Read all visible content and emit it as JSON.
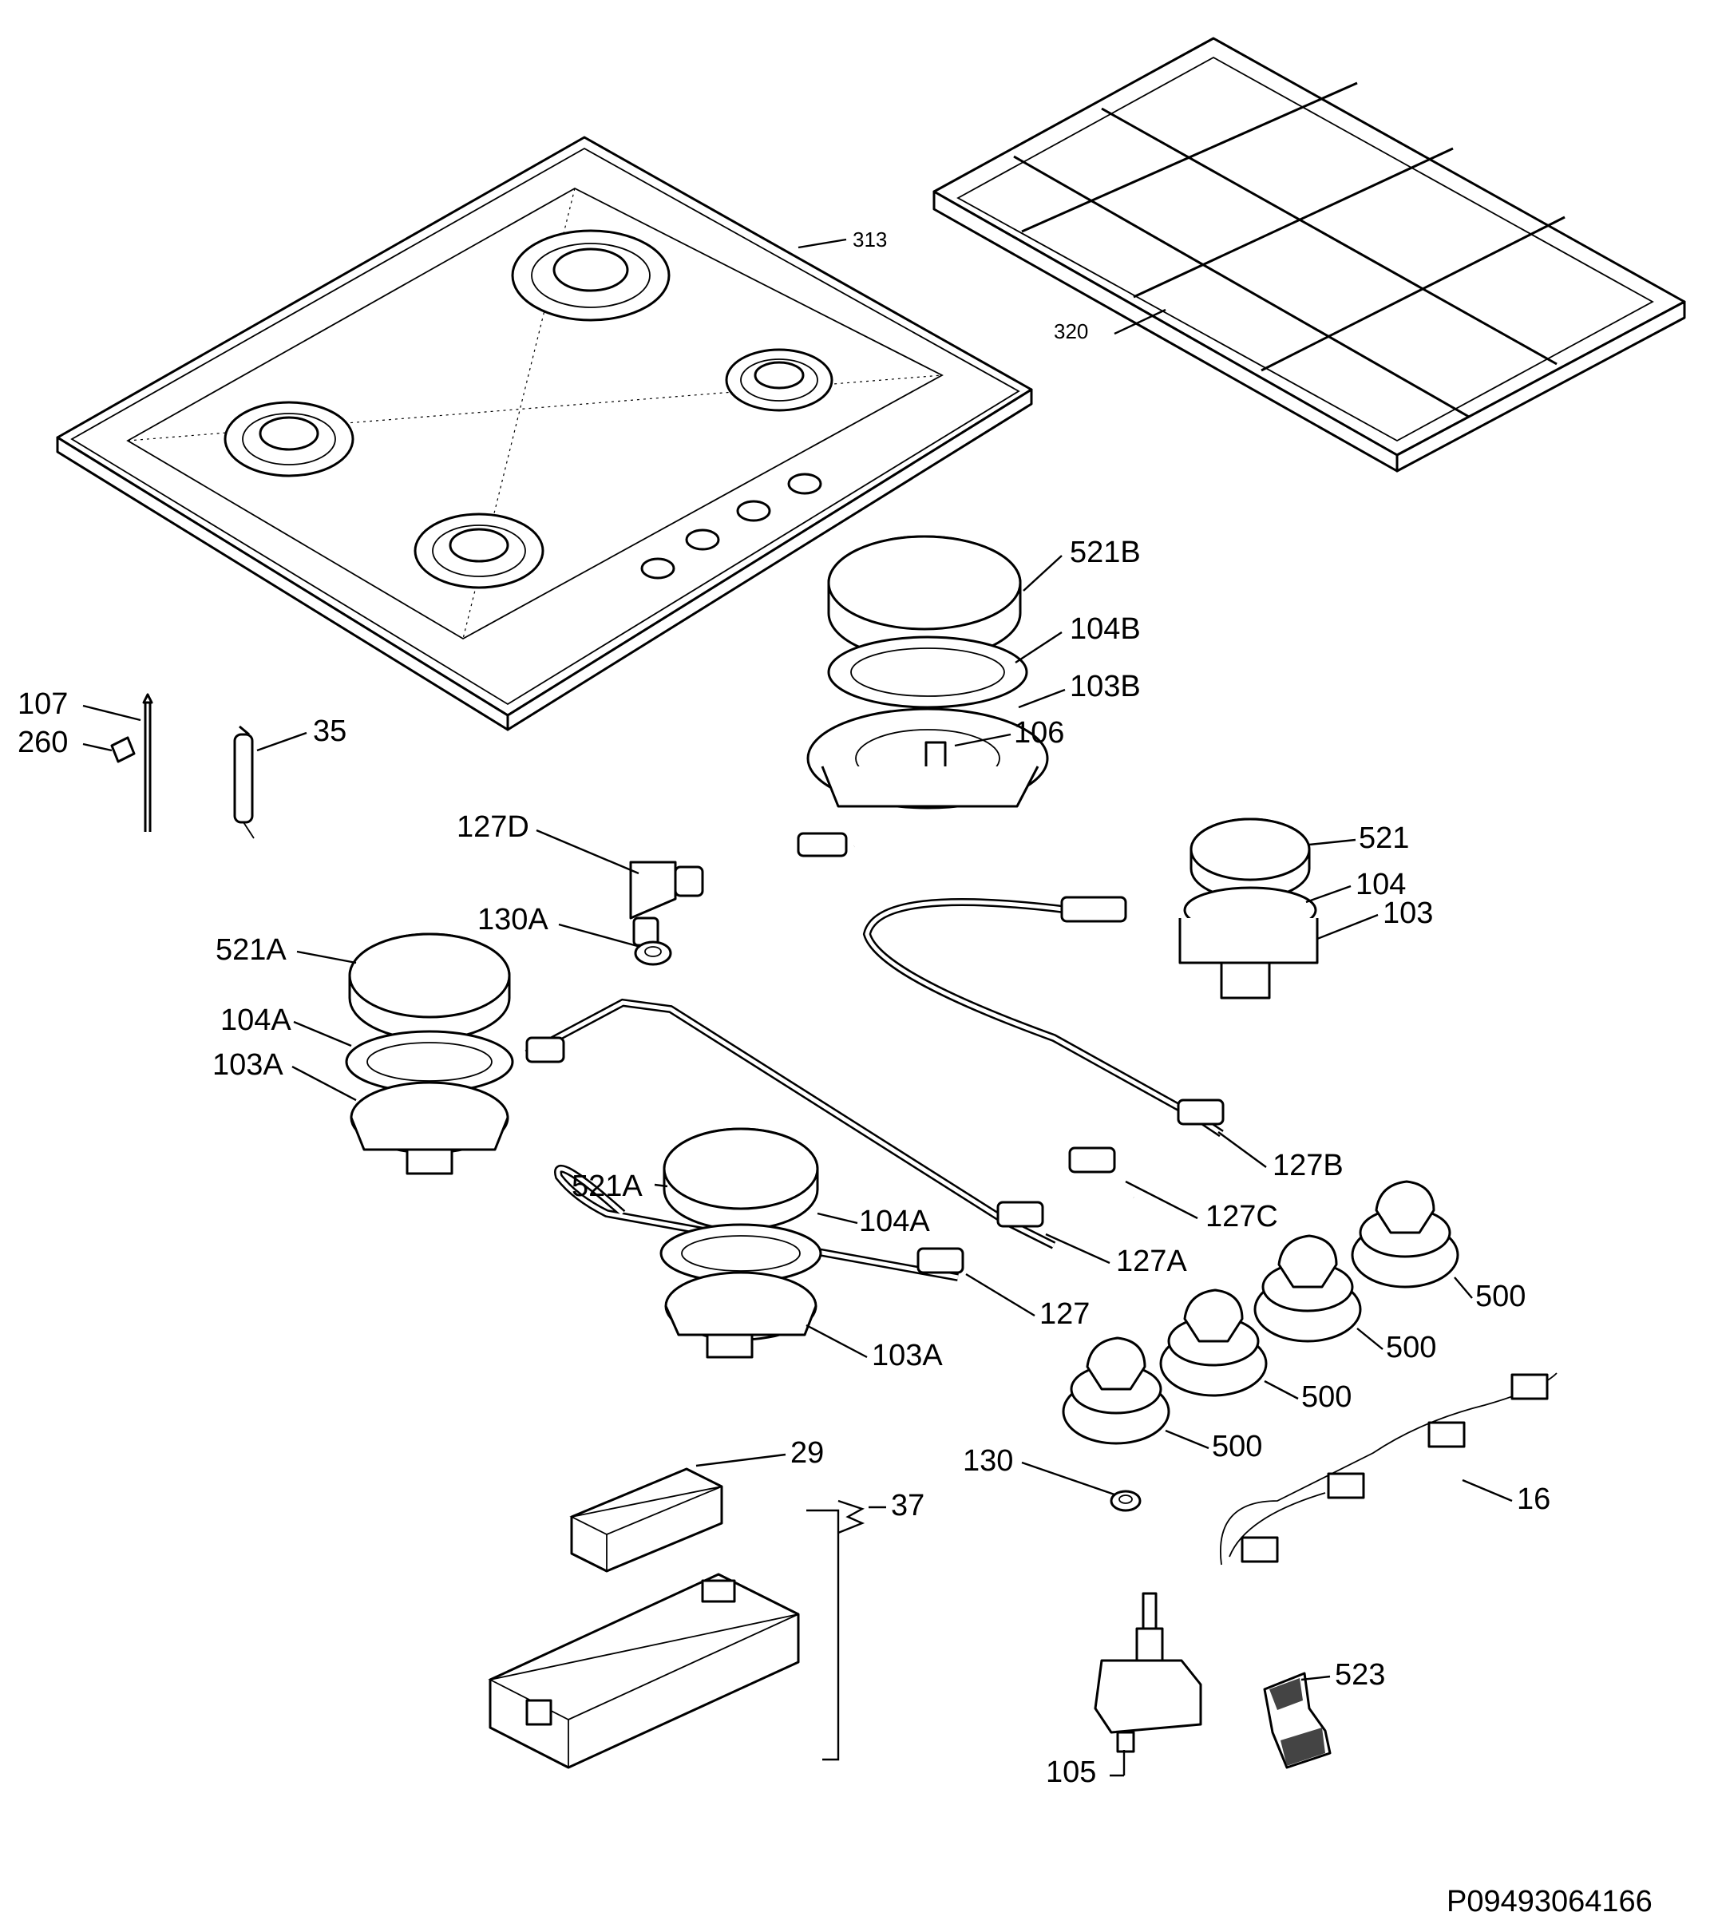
{
  "labels": {
    "hob_top": "313",
    "pan_support": "320",
    "burner_cap_b": "521B",
    "burner_crown_b": "104B",
    "burner_body_b": "103B",
    "injector": "106",
    "thermocouple": "107",
    "clip": "260",
    "spark_plug": "35",
    "elbow": "127D",
    "seal_a": "130A",
    "burner_cap": "521",
    "burner_crown": "104",
    "burner_body": "103",
    "burner_cap_a_left": "521A",
    "burner_crown_a_left": "104A",
    "burner_body_a_left": "103A",
    "pipe_b": "127B",
    "pipe_c": "127C",
    "burner_cap_a_mid": "521A",
    "burner_crown_a_mid": "104A",
    "pipe_a": "127A",
    "pipe": "127",
    "burner_body_a_mid": "103A",
    "knob_1": "500",
    "knob_2": "500",
    "knob_3": "500",
    "knob_4": "500",
    "ignition_unit": "29",
    "ignition_group": "37",
    "seal": "130",
    "wiring": "16",
    "gas_tap": "105",
    "bracket": "523"
  },
  "drawing_code": "P09493064166"
}
